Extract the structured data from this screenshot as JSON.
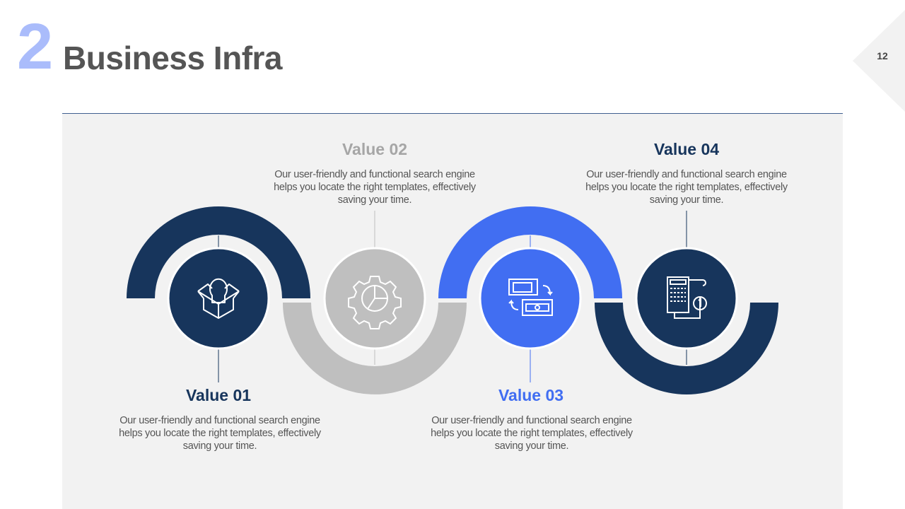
{
  "header": {
    "number": "2",
    "title": "Business Infra",
    "page_number": "12"
  },
  "colors": {
    "navy": "#17355c",
    "gray": "#bfbfbf",
    "blue": "#416ef2",
    "panel": "#f2f2f2",
    "accent_number": "#aabcfb"
  },
  "values": [
    {
      "title": "Value 01",
      "text": "Our user-friendly and functional search engine helps you locate the right templates, effectively saving your time.",
      "icon": "box-person-icon",
      "color": "#17355c"
    },
    {
      "title": "Value 02",
      "text": "Our user-friendly and functional search engine helps you locate the right templates, effectively saving your time.",
      "icon": "gear-pie-chart-icon",
      "color": "#a6a6a6"
    },
    {
      "title": "Value 03",
      "text": "Our user-friendly and functional search engine helps you locate the right templates, effectively saving your time.",
      "icon": "money-exchange-icon",
      "color": "#416ef2"
    },
    {
      "title": "Value 04",
      "text": "Our user-friendly and functional search engine helps you locate the right templates, effectively saving your time.",
      "icon": "calculator-receipt-icon",
      "color": "#17355c"
    }
  ]
}
